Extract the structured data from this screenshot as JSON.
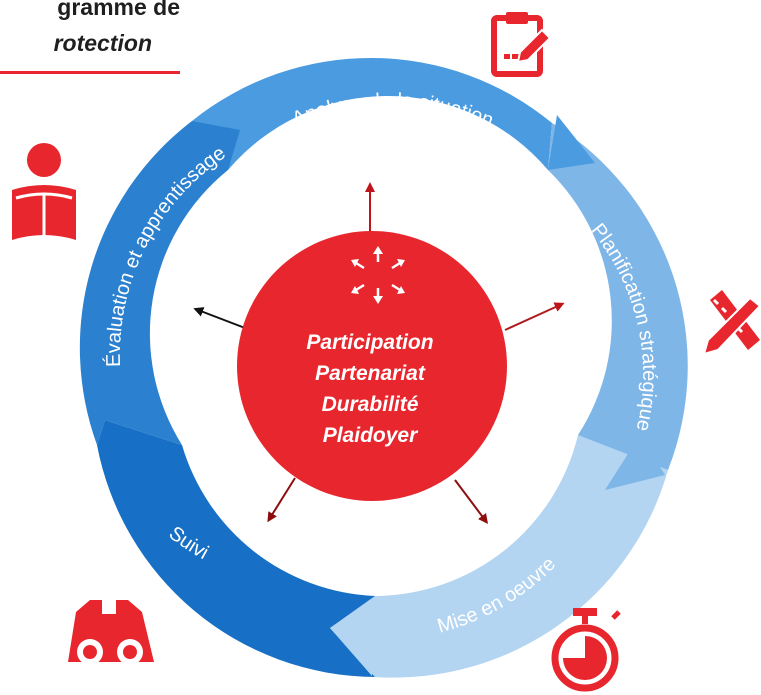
{
  "heading": {
    "line1": "gramme de",
    "line2": "rotection"
  },
  "cycle": {
    "stages": [
      {
        "id": "analyse",
        "label": "Analyse de la situation",
        "color": "#4a9be0",
        "icon": "clipboard-pencil-icon"
      },
      {
        "id": "planification",
        "label": "Planification stratégique",
        "color": "#7fb6e8",
        "icon": "pencil-ruler-icon"
      },
      {
        "id": "mise",
        "label": "Mise en oeuvre",
        "color": "#b3d5f1",
        "icon": "stopwatch-icon"
      },
      {
        "id": "suivi",
        "label": "Suivi",
        "color": "#1770c5",
        "icon": "binoculars-icon"
      },
      {
        "id": "evaluation",
        "label": "Évaluation et apprentissage",
        "color": "#2b80d0",
        "icon": "reader-icon"
      }
    ]
  },
  "core": {
    "lines": [
      "Participation",
      "Partenariat",
      "Durabilité",
      "Plaidoyer"
    ],
    "color": "#e8262e",
    "arrow_colors": [
      "#c0141b",
      "#b01b1f",
      "#8c0e0e",
      "#8c0e0e",
      "#111111"
    ]
  },
  "colors": {
    "accent": "#e8262e",
    "icon": "#e8262e"
  }
}
